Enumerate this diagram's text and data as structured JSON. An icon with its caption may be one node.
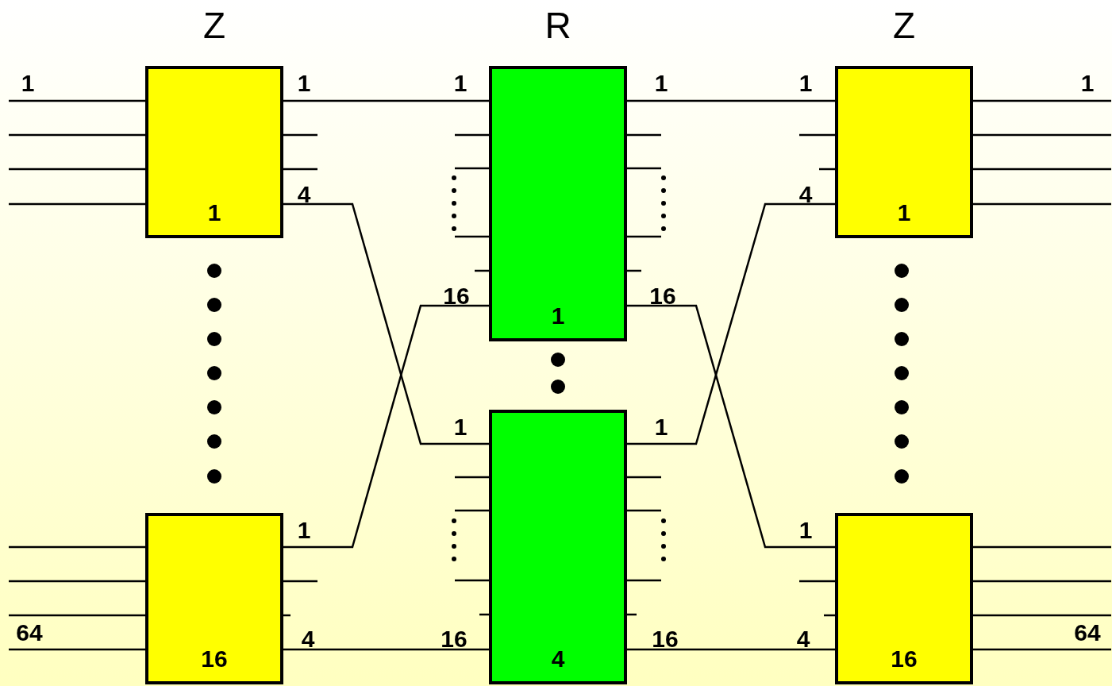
{
  "diagram": {
    "nodes": [
      {
        "text": [
          "1"
        ],
        "beside": [
          "Z"
        ]
      },
      {
        "text": [
          "16"
        ]
      },
      {
        "text": [
          "1"
        ],
        "beside": [
          "R"
        ]
      },
      {
        "text": [
          "4"
        ]
      },
      {
        "text": [
          "1"
        ],
        "beside": [
          "Z"
        ]
      },
      {
        "text": [
          "16"
        ]
      }
    ],
    "edges": [
      {
        "from": 0,
        "to": 2,
        "arrow": "none"
      },
      {
        "from": 0,
        "to": 3,
        "arrow": "none"
      },
      {
        "from": 1,
        "to": 2,
        "arrow": "none"
      },
      {
        "from": 1,
        "to": 3,
        "arrow": "none"
      },
      {
        "from": 2,
        "to": 4,
        "arrow": "none"
      },
      {
        "from": 2,
        "to": 5,
        "arrow": "none"
      },
      {
        "from": 3,
        "to": 4,
        "arrow": "none"
      },
      {
        "from": 3,
        "to": 5,
        "arrow": "none"
      },
      {
        "from": null,
        "to": 0,
        "arrow": "none"
      },
      {
        "from": null,
        "to": 0,
        "arrow": "none"
      },
      {
        "from": null,
        "to": 0,
        "arrow": "none"
      },
      {
        "from": null,
        "to": 0,
        "arrow": "none"
      },
      {
        "from": null,
        "to": 1,
        "arrow": "none"
      },
      {
        "from": null,
        "to": 1,
        "arrow": "none"
      },
      {
        "from": null,
        "to": 1,
        "arrow": "none"
      },
      {
        "from": null,
        "to": 1,
        "arrow": "none"
      },
      {
        "from": 4,
        "to": null,
        "arrow": "none"
      },
      {
        "from": 4,
        "to": null,
        "arrow": "none"
      },
      {
        "from": 4,
        "to": null,
        "arrow": "none"
      },
      {
        "from": 4,
        "to": null,
        "arrow": "none"
      },
      {
        "from": 5,
        "to": null,
        "arrow": "none"
      },
      {
        "from": 5,
        "to": null,
        "arrow": "none"
      },
      {
        "from": 5,
        "to": null,
        "arrow": "none"
      },
      {
        "from": 5,
        "to": null,
        "arrow": "none"
      }
    ],
    "labels": [
      "1",
      "1",
      "1",
      "1",
      "1",
      "1",
      "4",
      "4",
      "16",
      "16",
      "1",
      "1",
      "1",
      "1",
      "64",
      "4",
      "16",
      "16",
      "4",
      "64"
    ]
  }
}
